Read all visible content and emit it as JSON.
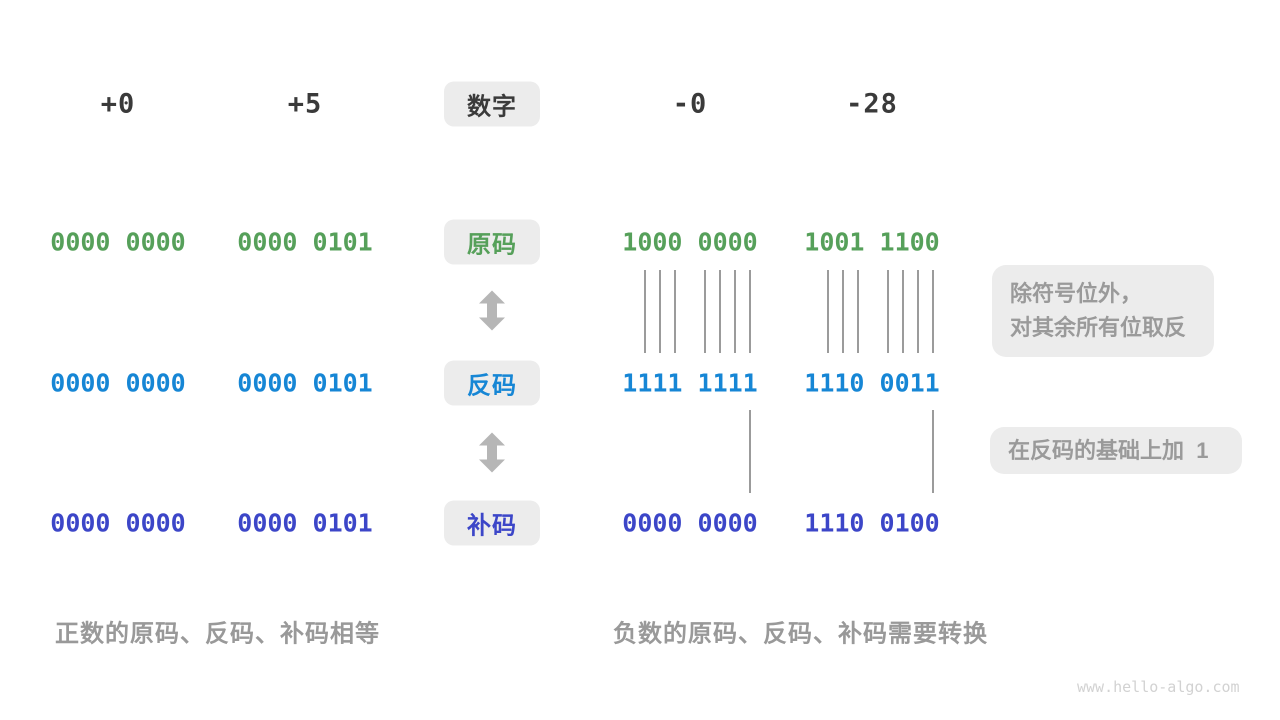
{
  "header": {
    "labels": [
      "+0",
      "+5",
      "-0",
      "-28"
    ],
    "badge": "数字"
  },
  "rows": {
    "sign_magnitude": {
      "badge": "原码",
      "color": "#56a05a",
      "values": [
        "0000 0000",
        "0000 0101",
        "1000 0000",
        "1001 1100"
      ]
    },
    "ones_complement": {
      "badge": "反码",
      "color": "#1686d5",
      "values": [
        "0000 0000",
        "0000 0101",
        "1111 1111",
        "1110 0011"
      ]
    },
    "twos_complement": {
      "badge": "补码",
      "color": "#3c46c8",
      "values": [
        "0000 0000",
        "0000 0101",
        "0000 0000",
        "1110 0100"
      ]
    }
  },
  "annotations": {
    "flip_line1": "除符号位外，",
    "flip_line2": "对其余所有位取反",
    "add_one": "在反码的基础上加  1"
  },
  "captions": {
    "positive": "正数的原码、反码、补码相等",
    "negative": "负数的原码、反码、补码需要转换"
  },
  "icons": {
    "transform_arrow": "updown-arrow"
  },
  "colors": {
    "green": "#56a05a",
    "blue": "#1686d5",
    "indigo": "#3c46c8",
    "badge_bg": "#ececec",
    "gray_text": "#9a9a9a",
    "arrow_gray": "#b6b6b6",
    "watermark": "#d2d2d2"
  },
  "watermark": "www.hello-algo.com"
}
